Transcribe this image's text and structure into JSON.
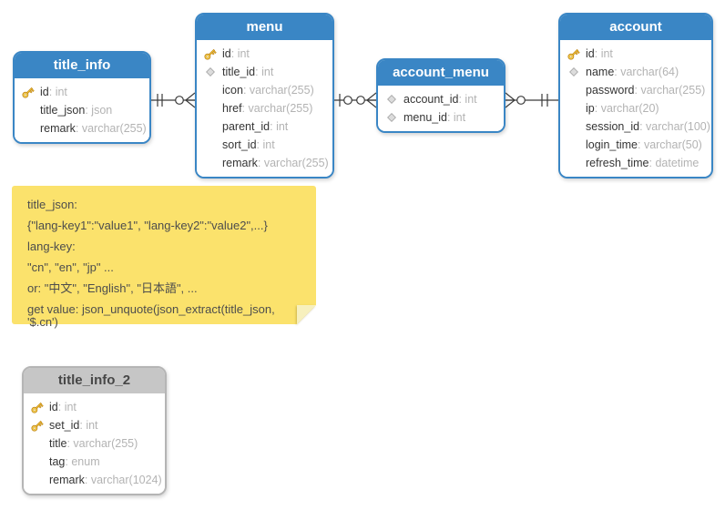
{
  "colors": {
    "table_header_blue": "#3a86c5",
    "table_header_gray": "#c6c6c6",
    "note_background": "#fbe26c",
    "connector_line": "#3a3a3a",
    "field_name_text": "#353535",
    "field_type_text": "#b3b3b3"
  },
  "tables": [
    {
      "name": "title_info",
      "header_style": "blue",
      "fields": [
        {
          "icon": "key",
          "name": "id",
          "type": "int"
        },
        {
          "icon": null,
          "name": "title_json",
          "type": "json"
        },
        {
          "icon": null,
          "name": "remark",
          "type": "varchar(255)"
        }
      ]
    },
    {
      "name": "menu",
      "header_style": "blue",
      "fields": [
        {
          "icon": "key",
          "name": "id",
          "type": "int"
        },
        {
          "icon": "diamond",
          "name": "title_id",
          "type": "int"
        },
        {
          "icon": null,
          "name": "icon",
          "type": "varchar(255)"
        },
        {
          "icon": null,
          "name": "href",
          "type": "varchar(255)"
        },
        {
          "icon": null,
          "name": "parent_id",
          "type": "int"
        },
        {
          "icon": null,
          "name": "sort_id",
          "type": "int"
        },
        {
          "icon": null,
          "name": "remark",
          "type": "varchar(255)"
        }
      ]
    },
    {
      "name": "account_menu",
      "header_style": "blue",
      "fields": [
        {
          "icon": "diamond",
          "name": "account_id",
          "type": "int"
        },
        {
          "icon": "diamond",
          "name": "menu_id",
          "type": "int"
        }
      ]
    },
    {
      "name": "account",
      "header_style": "blue",
      "fields": [
        {
          "icon": "key",
          "name": "id",
          "type": "int"
        },
        {
          "icon": "diamond",
          "name": "name",
          "type": "varchar(64)"
        },
        {
          "icon": null,
          "name": "password",
          "type": "varchar(255)"
        },
        {
          "icon": null,
          "name": "ip",
          "type": "varchar(20)"
        },
        {
          "icon": null,
          "name": "session_id",
          "type": "varchar(100)"
        },
        {
          "icon": null,
          "name": "login_time",
          "type": "varchar(50)"
        },
        {
          "icon": null,
          "name": "refresh_time",
          "type": "datetime"
        }
      ]
    },
    {
      "name": "title_info_2",
      "header_style": "gray",
      "fields": [
        {
          "icon": "key",
          "name": "id",
          "type": "int"
        },
        {
          "icon": "key",
          "name": "set_id",
          "type": "int"
        },
        {
          "icon": null,
          "name": "title",
          "type": "varchar(255)"
        },
        {
          "icon": null,
          "name": "tag",
          "type": "enum"
        },
        {
          "icon": null,
          "name": "remark",
          "type": "varchar(1024)"
        }
      ]
    }
  ],
  "connectors": [
    {
      "from": "title_info",
      "to": "menu",
      "from_cardinality": "one and only one",
      "to_cardinality": "zero or many"
    },
    {
      "from": "menu",
      "to": "account_menu",
      "from_cardinality": "zero or one",
      "to_cardinality": "zero or many"
    },
    {
      "from": "account_menu",
      "to": "account",
      "from_cardinality": "zero or many",
      "to_cardinality": "one and only one"
    }
  ],
  "note": {
    "lines": [
      "title_json:",
      "{\"lang-key1\":\"value1\", \"lang-key2\":\"value2\",...}",
      "lang-key:",
      "\"cn\", \"en\", \"jp\" ...",
      "or: \"中文\", \"English\", \"日本語\", ...",
      "get value: json_unquote(json_extract(title_json, '$.cn')"
    ]
  }
}
